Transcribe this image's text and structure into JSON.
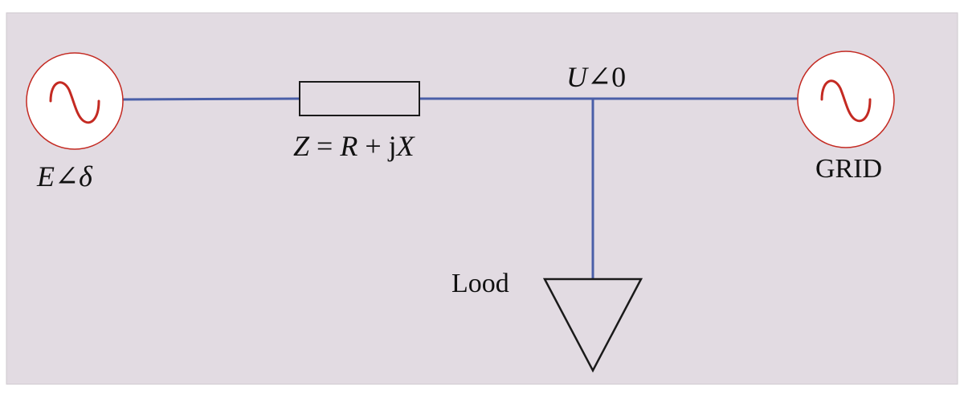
{
  "colors": {
    "background": "#e2dbe2",
    "panel_border": "#cfc8cf",
    "wire": "#4a5fa8",
    "source_ring": "#c42a22",
    "source_wave": "#c42a22",
    "source_fill": "#ffffff",
    "component_stroke": "#1a1a1a",
    "text": "#111111"
  },
  "labels": {
    "source_voltage": {
      "main": "E",
      "angle": "∠",
      "phase": "δ"
    },
    "impedance": {
      "z": "Z",
      "eq": " = ",
      "r": "R",
      "plus": " + j",
      "x": "X"
    },
    "bus_voltage": {
      "main": "U",
      "angle": "∠",
      "phase": "0"
    },
    "grid": "GRID",
    "load": "Lood"
  },
  "icons": {
    "generator": "ac-sine-source-icon",
    "grid": "ac-sine-source-icon",
    "impedance": "resistor-rectangle-icon",
    "load": "load-triangle-icon"
  }
}
